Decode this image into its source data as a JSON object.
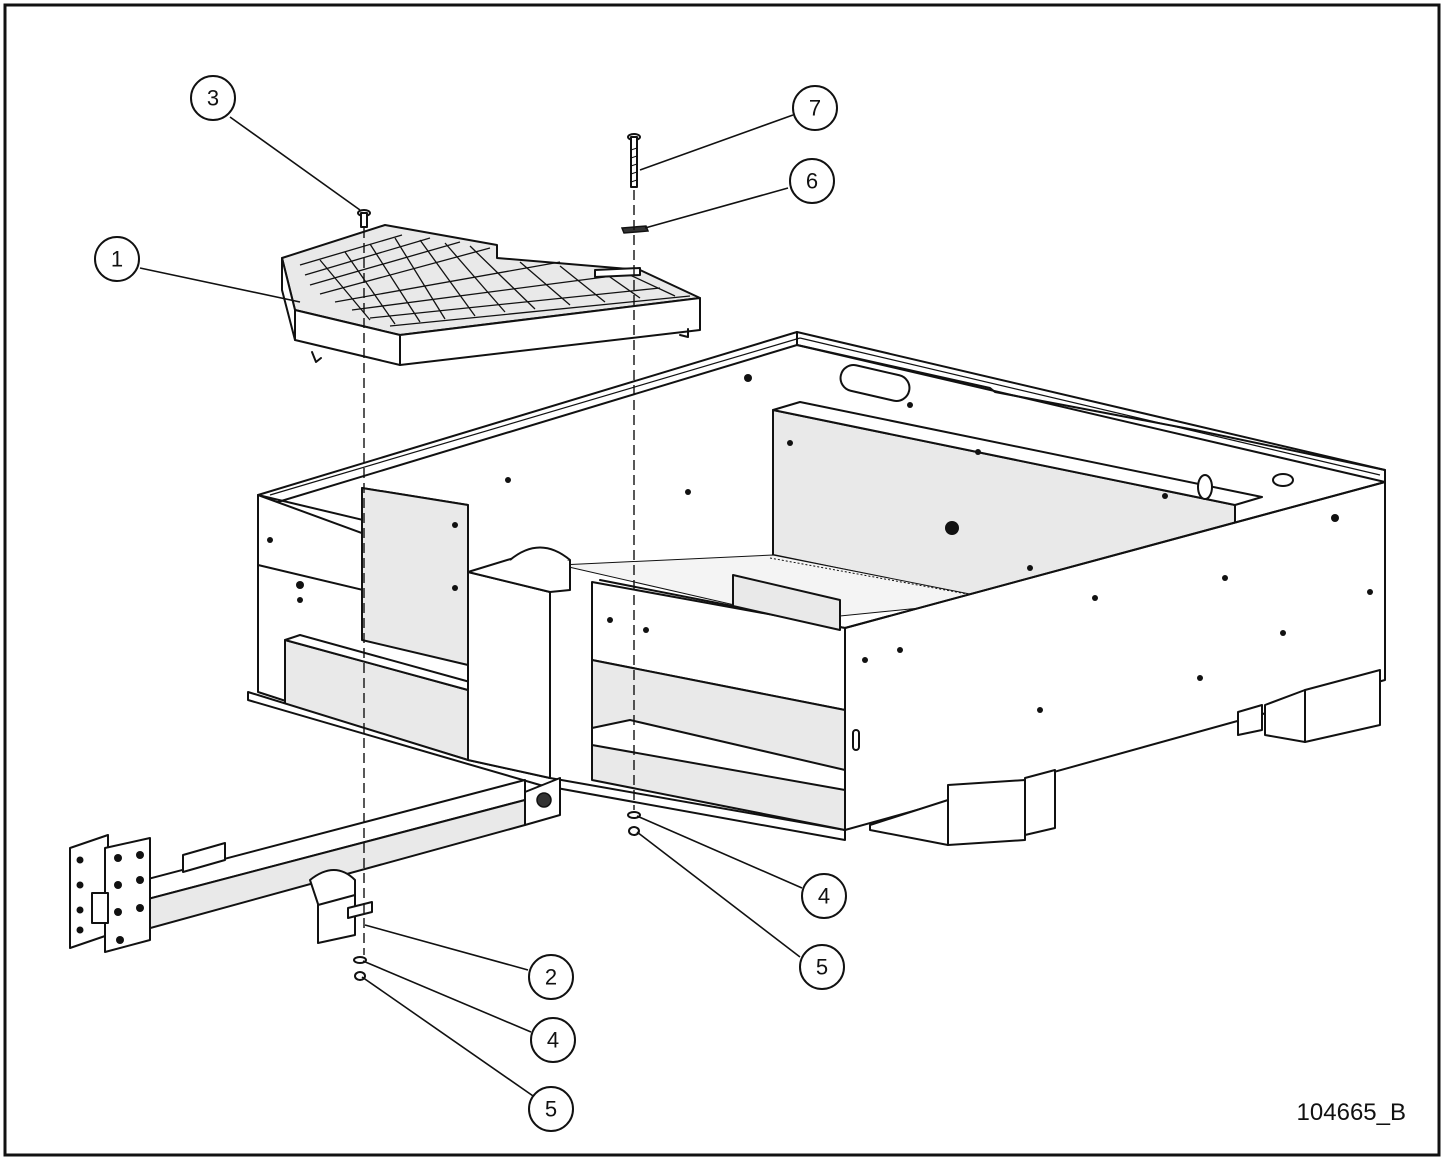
{
  "callouts": [
    {
      "label": "3"
    },
    {
      "label": "7"
    },
    {
      "label": "6"
    },
    {
      "label": "1"
    },
    {
      "label": "4"
    },
    {
      "label": "5"
    },
    {
      "label": "2"
    },
    {
      "label": "4"
    },
    {
      "label": "5"
    }
  ],
  "drawing_number": "104665_B"
}
